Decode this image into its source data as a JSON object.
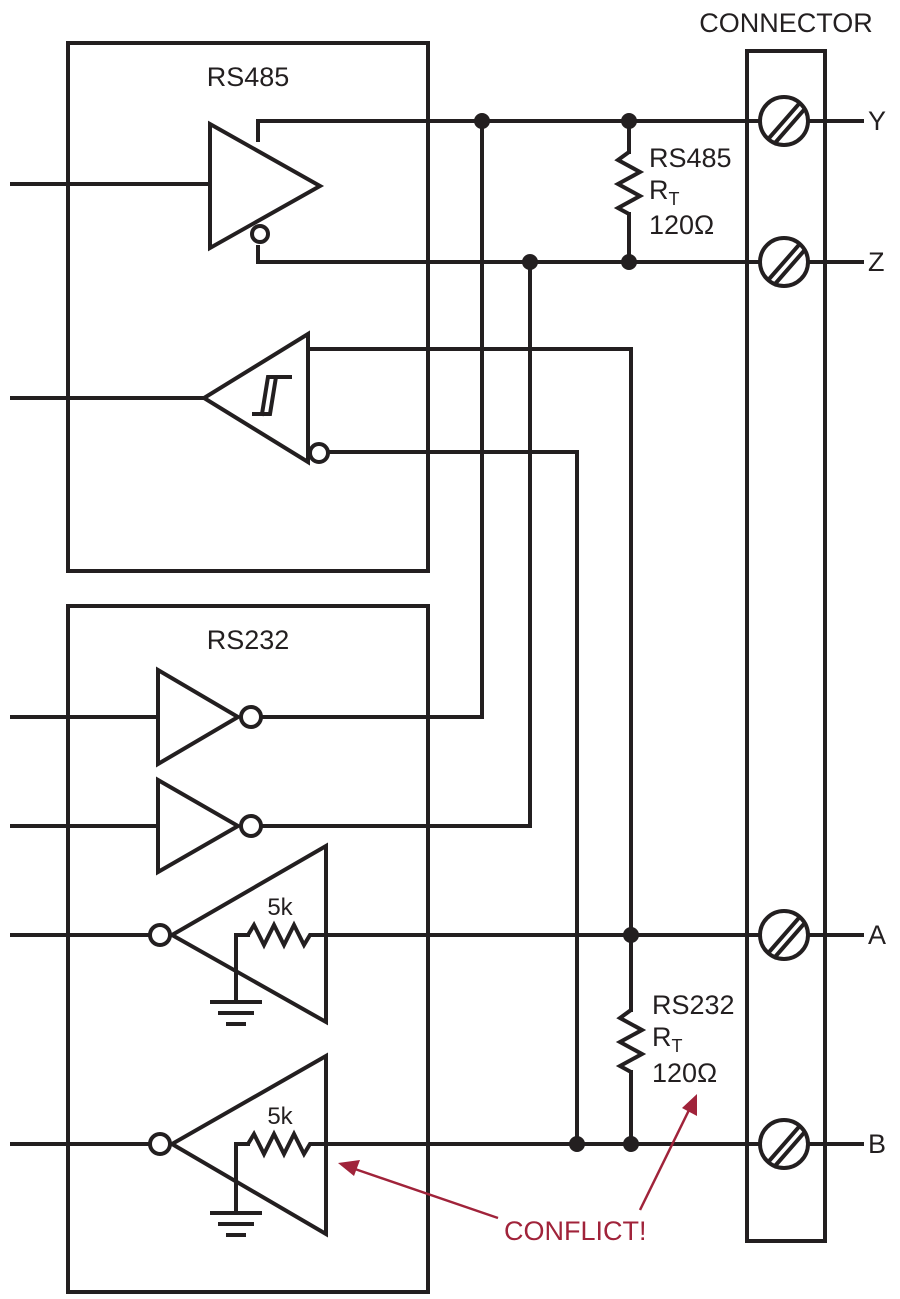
{
  "diagram": {
    "connector_label": "CONNECTOR",
    "rs485_label": "RS485",
    "rs232_label": "RS232",
    "terminals": {
      "y": "Y",
      "z": "Z",
      "a": "A",
      "b": "B"
    },
    "rs485_termination": {
      "name": "RS485",
      "rt": "R",
      "rt_sub": "T",
      "value": "120Ω"
    },
    "rs232_termination": {
      "name": "RS232",
      "rt": "R",
      "rt_sub": "T",
      "value": "120Ω"
    },
    "rx_resistor_1": "5k",
    "rx_resistor_2": "5k",
    "conflict_label": "CONFLICT!"
  },
  "colors": {
    "line": "#231f20",
    "conflict": "#a0233a"
  }
}
